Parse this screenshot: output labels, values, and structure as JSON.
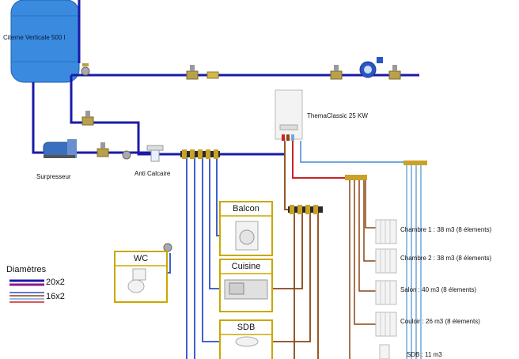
{
  "labels": {
    "tank": "Citerne Verticale 500 l",
    "pump": "Surpresseur",
    "anti_scale": "Anti Calcaire",
    "boiler": "ThemaClassic 25 KW"
  },
  "rooms": {
    "balcon": "Balcon",
    "cuisine": "Cuisine",
    "sdb": "SDB",
    "wc": "WC"
  },
  "radiators": [
    "Chambre 1 : 38 m3 (8 élements)",
    "Chambre 2 : 38 m3 (8 élements)",
    "Salon : 40 m3 (8 élements)",
    "Couloir : 26 m3 (8 élements)",
    "SDB : 11 m3"
  ],
  "legend": {
    "title": "Diamètres",
    "size1": "20x2",
    "size2": "16x2"
  },
  "colors": {
    "cold_main": "#1a1aa8",
    "cold_branch": "#2b4fc9",
    "hot_water": "#8b4513",
    "heating_supply": "#cc2222",
    "heating_return": "#6fa8dc",
    "box_border": "#c8a800"
  }
}
